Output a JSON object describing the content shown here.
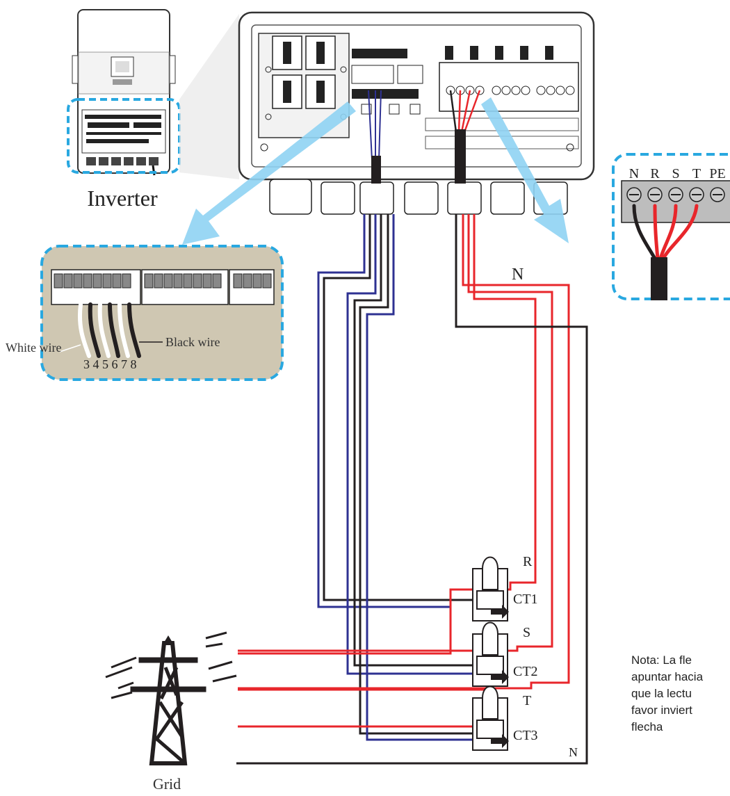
{
  "labels": {
    "inverter": "Inverter",
    "grid": "Grid",
    "white_wire": "White wire",
    "black_wire": "Black wire",
    "pin_numbers": "3 4 5 6 7 8",
    "terminal_labels": [
      "N",
      "R",
      "S",
      "T",
      "PE"
    ],
    "neutral_top": "N",
    "neutral_bottom": "N",
    "phase_r": "R",
    "phase_s": "S",
    "phase_t": "T",
    "ct1": "CT1",
    "ct2": "CT2",
    "ct3": "CT3"
  },
  "note": {
    "line1": "Nota: La fle",
    "line2": "apuntar hacia",
    "line3": "que la lectu",
    "line4": "favor inviert",
    "line5": "flecha"
  },
  "colors": {
    "red_wire": "#e8262b",
    "blue_wire": "#2e3192",
    "black_wire": "#231f20",
    "highlight_dash": "#29a8e0",
    "arrow": "#8fd3f3",
    "panel_bg": "#cfc7b2"
  }
}
